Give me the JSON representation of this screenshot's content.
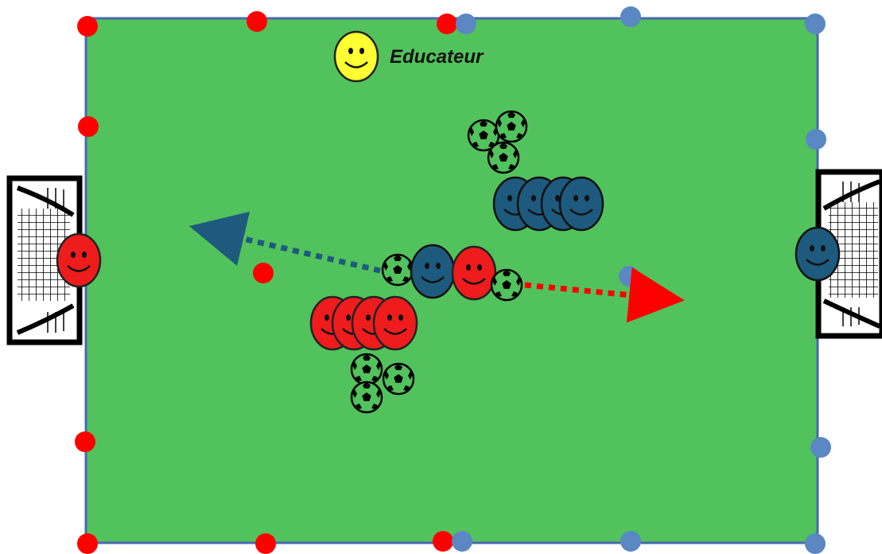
{
  "title": "",
  "educator": {
    "label": "Educateur"
  },
  "colors": {
    "pitch": "#52c25c",
    "pitch_border": "#4a68b0",
    "red_team": "#ee1c1c",
    "blue_team": "#1d5a7e",
    "cone_red": "#ff0000",
    "cone_blue": "#5b87c2",
    "educator": "#ffff33",
    "arrow_blue": "#1d5a7e",
    "arrow_red": "#ff0000"
  },
  "elements": {
    "red_keeper": 1,
    "blue_keeper": 1,
    "red_players_group": 4,
    "blue_players_group": 4,
    "ball_groups": 2,
    "balls_per_group": 3,
    "cones_red": 9,
    "cones_blue": 9
  }
}
